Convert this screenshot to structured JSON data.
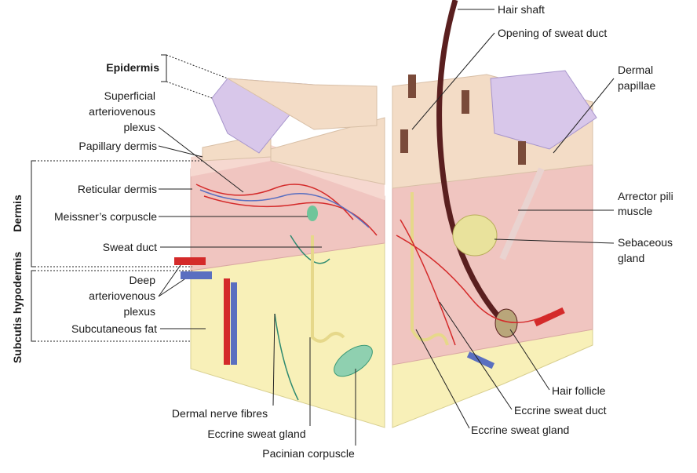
{
  "title": "Skin structure diagram",
  "left_labels": {
    "epidermis": "Epidermis",
    "superficial_plexus": [
      "Superficial",
      "arteriovenous",
      "plexus"
    ],
    "papillary_dermis": "Papillary dermis",
    "reticular_dermis": "Reticular dermis",
    "meissners_corpuscle": "Meissner’s corpuscle",
    "sweat_duct": "Sweat duct",
    "deep_plexus": [
      "Deep",
      "arteriovenous",
      "plexus"
    ],
    "subcutaneous_fat": "Subcutaneous fat"
  },
  "bracket_labels": {
    "dermis": "Dermis",
    "subcutis": "Subcutis hypodermis"
  },
  "bottom_labels": {
    "dermal_nerve_fibres": "Dermal nerve fibres",
    "eccrine_sweat_gland": "Eccrine sweat gland",
    "pacinian_corpuscle": "Pacinian corpuscle"
  },
  "right_labels": {
    "hair_shaft": "Hair shaft",
    "opening_sweat_duct": "Opening of sweat duct",
    "dermal_papillae": [
      "Dermal",
      "papillae"
    ],
    "arrector_pili": [
      "Arrector pili",
      "muscle"
    ],
    "sebaceous_gland": [
      "Sebaceous",
      "gland"
    ],
    "hair_follicle": "Hair follicle",
    "eccrine_sweat_duct": "Eccrine sweat duct",
    "eccrine_sweat_gland": "Eccrine sweat gland"
  },
  "colors": {
    "epidermis": "#f3dcc6",
    "basal": "#b9a6d8",
    "dermis": "#f0c5c0",
    "fat": "#f8f0b8",
    "artery": "#d42a2a",
    "vein": "#5a6fc0",
    "hair": "#5a1f1f"
  }
}
